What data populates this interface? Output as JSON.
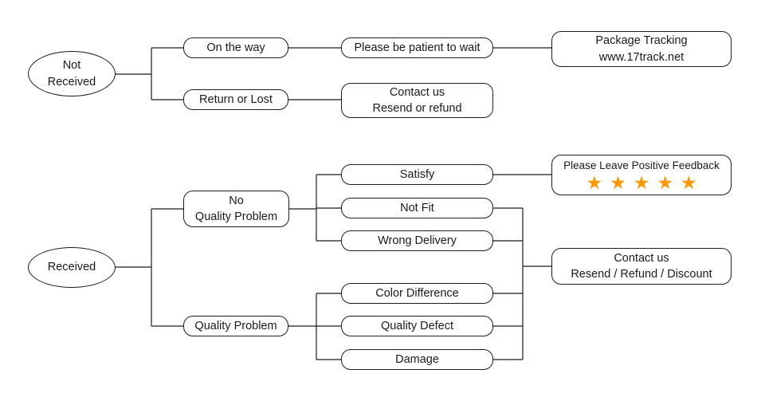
{
  "diagram": {
    "not_received_flow": {
      "start": "Not\nReceived",
      "on_the_way": "On the way",
      "be_patient": "Please be patient to wait",
      "package_tracking": "Package Tracking\nwww.17track.net",
      "return_or_lost": "Return or Lost",
      "contact_resend_refund": "Contact us\nResend or refund"
    },
    "received_flow": {
      "start": "Received",
      "no_quality_problem": "No\nQuality Problem",
      "satisfy": "Satisfy",
      "not_fit": "Not Fit",
      "wrong_delivery": "Wrong Delivery",
      "feedback_label": "Please Leave Positive Feedback",
      "quality_problem": "Quality Problem",
      "color_difference": "Color Difference",
      "quality_defect": "Quality Defect",
      "damage": "Damage",
      "contact_resend_refund_discount": "Contact us\nResend / Refund / Discount"
    },
    "icons": {
      "star": "★",
      "star_count": 5
    },
    "colors": {
      "star": "#FF9800",
      "line": "#1c1c1c",
      "node_border": "#1c1c1c",
      "background": "#FFFFFF"
    }
  }
}
